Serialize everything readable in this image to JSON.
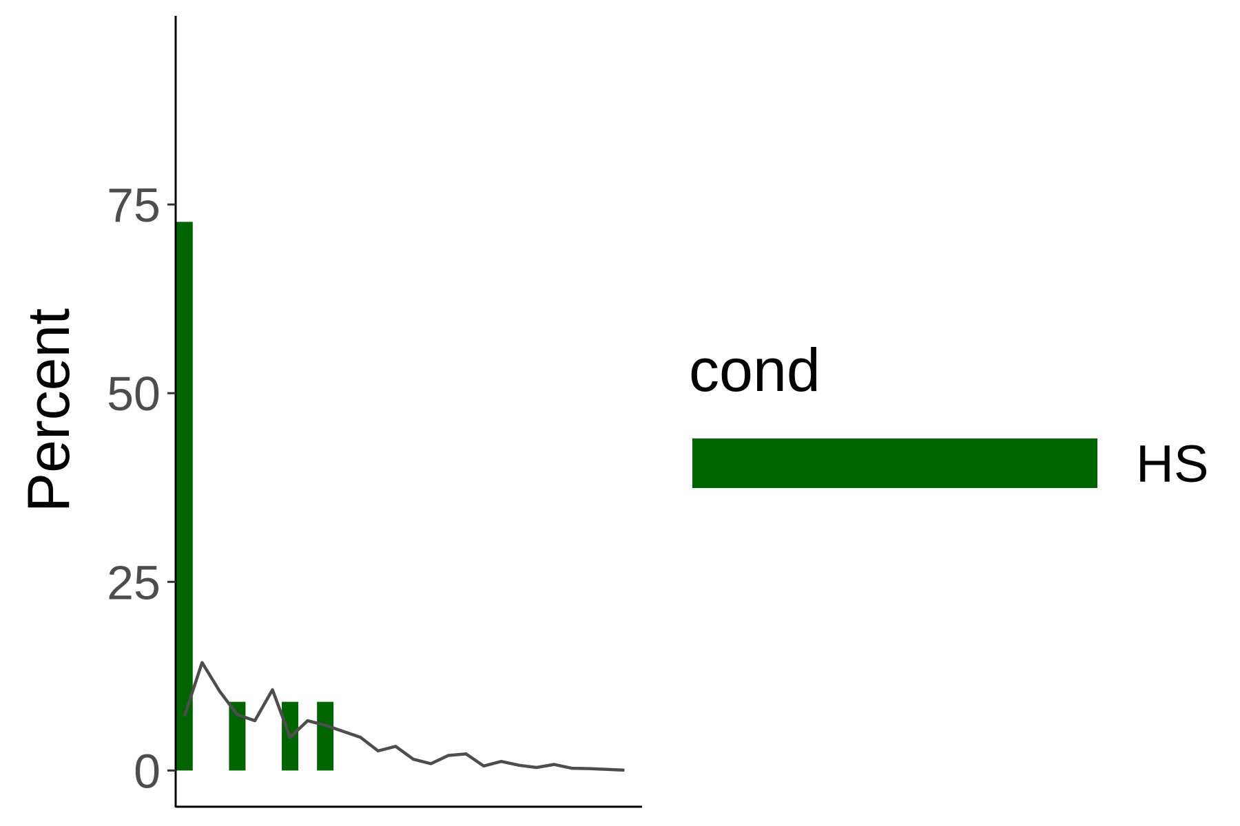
{
  "chart_data": {
    "type": "bar",
    "ylabel": "Percent",
    "xlabel": "",
    "ylim": [
      -4.8,
      100
    ],
    "yticks": [
      0,
      25,
      50,
      75
    ],
    "xlim": [
      0.5,
      27
    ],
    "grid": false,
    "legend": {
      "title": "cond",
      "position": "right",
      "entries": [
        {
          "label": "HS",
          "color": "#006400"
        }
      ]
    },
    "series": [
      {
        "type": "bar",
        "color": "#006400",
        "points": [
          {
            "x": 1,
            "y": 72.7
          },
          {
            "x": 4,
            "y": 9.1
          },
          {
            "x": 7,
            "y": 9.1
          },
          {
            "x": 9,
            "y": 9.1
          }
        ]
      },
      {
        "type": "line",
        "color": "#4d4d4d",
        "x": [
          1,
          2,
          3,
          4,
          5,
          6,
          7,
          8,
          9,
          10,
          11,
          12,
          13,
          14,
          15,
          16,
          17,
          18,
          19,
          20,
          21,
          22,
          23,
          24,
          25,
          26
        ],
        "y": [
          7.2,
          14.3,
          10.5,
          7.4,
          6.6,
          10.7,
          4.4,
          6.6,
          6.0,
          5.2,
          4.4,
          2.6,
          3.2,
          1.5,
          0.9,
          2.0,
          2.2,
          0.6,
          1.2,
          0.7,
          0.4,
          0.8,
          0.3,
          0.25,
          0.15,
          0.05
        ]
      }
    ]
  }
}
